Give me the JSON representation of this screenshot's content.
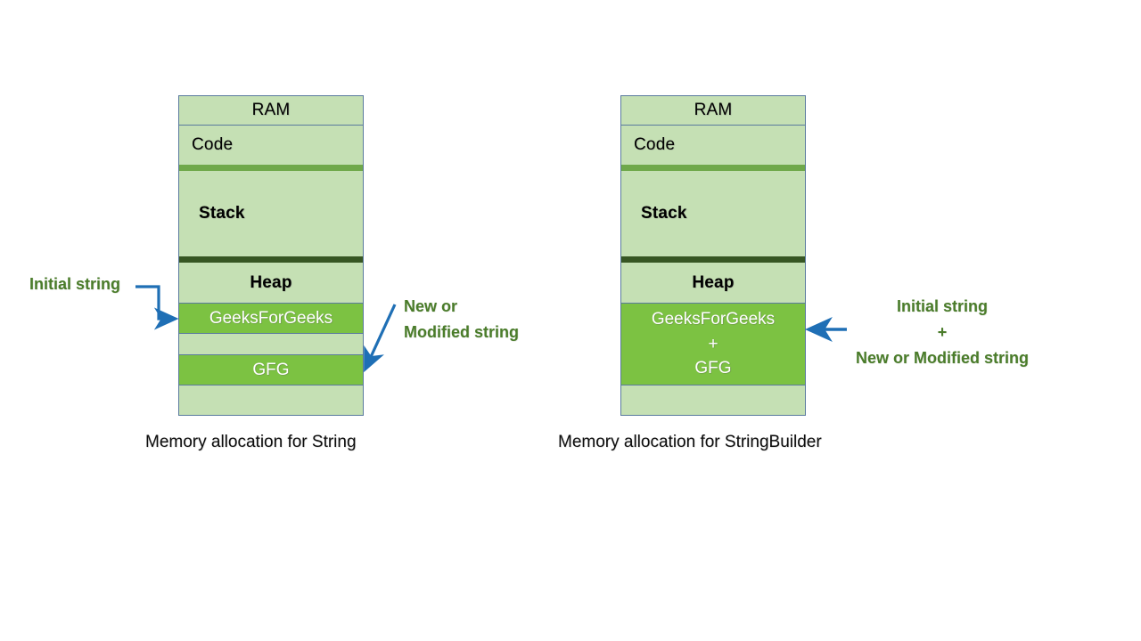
{
  "diagram": {
    "title_visible": false,
    "colors": {
      "panel_light_green": "#C5E0B4",
      "allocation_green": "#7CC242",
      "rule_medium_green": "#6FA84A",
      "rule_dark_green": "#375623",
      "border_blue_gray": "#5A7A9E",
      "annotation_green": "#4A7C2A",
      "arrow_blue": "#1F6FB5",
      "background": "#FFFFFF",
      "label_black": "#000000",
      "allocation_text_white": "#FFFFFF"
    },
    "panels": [
      {
        "id": "string-panel",
        "caption": "Memory allocation for String",
        "segments": [
          {
            "name": "ram",
            "label": "RAM",
            "style": "header"
          },
          {
            "name": "code",
            "label": "Code",
            "style": "plain-left"
          },
          {
            "name": "rule-1",
            "label": "",
            "style": "rule-medium"
          },
          {
            "name": "stack",
            "label": "Stack",
            "style": "plain-left-bold"
          },
          {
            "name": "rule-2",
            "label": "",
            "style": "rule-dark"
          },
          {
            "name": "heap",
            "label": "Heap",
            "style": "header-bold"
          },
          {
            "name": "alloc-initial",
            "label": "GeeksForGeeks",
            "style": "allocation"
          },
          {
            "name": "gap-1",
            "label": "",
            "style": "spacer"
          },
          {
            "name": "alloc-modified",
            "label": "GFG",
            "style": "allocation"
          },
          {
            "name": "tail",
            "label": "",
            "style": "spacer-end"
          }
        ],
        "annotations": [
          {
            "name": "initial-string",
            "lines": [
              "Initial string"
            ],
            "side": "left",
            "arrow": "elbow-right-down"
          },
          {
            "name": "new-or-modified-string",
            "lines": [
              "New or",
              "Modified string"
            ],
            "side": "right",
            "arrow": "diagonal-down-left"
          }
        ]
      },
      {
        "id": "stringbuilder-panel",
        "caption": "Memory allocation for StringBuilder",
        "segments": [
          {
            "name": "ram",
            "label": "RAM",
            "style": "header"
          },
          {
            "name": "code",
            "label": "Code",
            "style": "plain-left"
          },
          {
            "name": "rule-1",
            "label": "",
            "style": "rule-medium"
          },
          {
            "name": "stack",
            "label": "Stack",
            "style": "plain-left-bold"
          },
          {
            "name": "rule-2",
            "label": "",
            "style": "rule-dark"
          },
          {
            "name": "heap",
            "label": "Heap",
            "style": "header-bold"
          },
          {
            "name": "alloc-combined",
            "label": "GeeksForGeeks",
            "label_2": "+",
            "label_3": "GFG",
            "style": "allocation-tall"
          },
          {
            "name": "tail",
            "label": "",
            "style": "spacer-end"
          }
        ],
        "annotations": [
          {
            "name": "initial-plus-new",
            "lines": [
              "Initial string",
              "+",
              "New or Modified string"
            ],
            "side": "right",
            "arrow": "straight-left"
          }
        ]
      }
    ]
  },
  "left_panel": {
    "ram_label": "RAM",
    "code_label": "Code",
    "stack_label": "Stack",
    "heap_label": "Heap",
    "alloc_initial": "GeeksForGeeks",
    "alloc_modified": "GFG",
    "caption": "Memory allocation for String",
    "callout_initial": "Initial string",
    "callout_new_line1": "New or",
    "callout_new_line2": "Modified string"
  },
  "right_panel": {
    "ram_label": "RAM",
    "code_label": "Code",
    "stack_label": "Stack",
    "heap_label": "Heap",
    "alloc_line1": "GeeksForGeeks",
    "alloc_line2": "+",
    "alloc_line3": "GFG",
    "caption": "Memory allocation for StringBuilder",
    "callout_line1": "Initial string",
    "callout_line2": "+",
    "callout_line3": "New or Modified string"
  }
}
